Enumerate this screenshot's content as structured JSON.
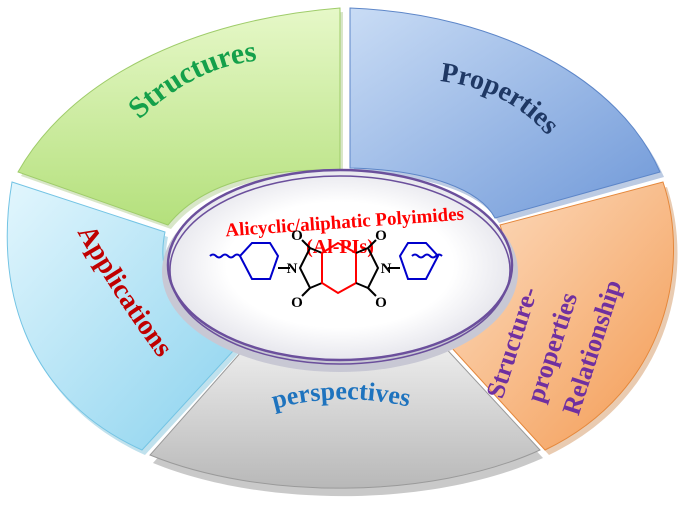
{
  "center": {
    "title_line1": "Alicyclic/aliphatic Polyimides",
    "title_line2": "(Al-PIs)",
    "title_color": "#ff0000"
  },
  "segments": [
    {
      "id": "structures",
      "label": "Structures",
      "fill": "#c8ec9c",
      "text_color": "#14a04a"
    },
    {
      "id": "properties",
      "label": "Properties",
      "fill": "#8fb2e4",
      "text_color": "#1f3864"
    },
    {
      "id": "structure-properties",
      "label_lines": [
        "Structure-",
        "properties",
        "Relationship"
      ],
      "fill": "#f7b07a",
      "text_color": "#7030a0"
    },
    {
      "id": "perspectives",
      "label": "perspectives",
      "fill": "#cccccc",
      "text_color": "#1e73be"
    },
    {
      "id": "applications",
      "label": "Applications",
      "fill": "#a8def2",
      "text_color": "#c00000"
    }
  ],
  "molecule": {
    "atoms": {
      "N_left": "N",
      "N_right": "N",
      "O_top_left": "O",
      "O_top_right": "O",
      "O_bottom_left": "O",
      "O_bottom_right": "O"
    },
    "substituent_color": "#0000cc",
    "core_color": "#ff0000"
  }
}
